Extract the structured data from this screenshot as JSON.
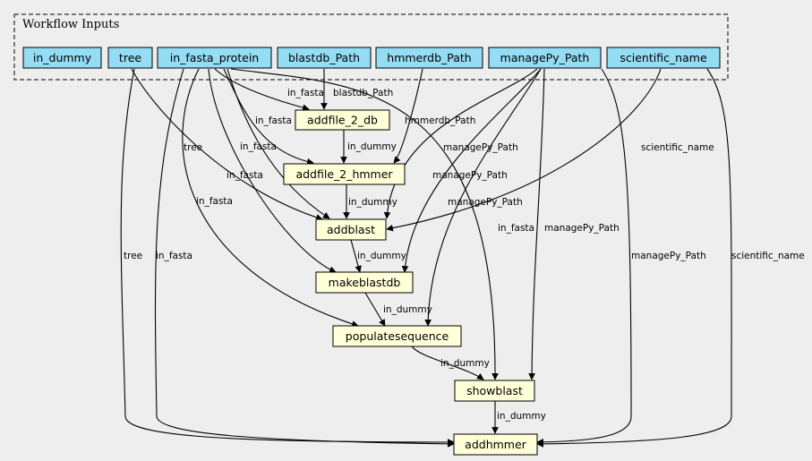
{
  "cluster": {
    "title": "Workflow Inputs"
  },
  "colors": {
    "background": "#eeeeee",
    "input_fill": "#94ddf4",
    "step_fill": "#ffffd8"
  },
  "inputs": [
    {
      "id": "in_dummy",
      "label": "in_dummy"
    },
    {
      "id": "tree",
      "label": "tree"
    },
    {
      "id": "in_fasta_protein",
      "label": "in_fasta_protein"
    },
    {
      "id": "blastdb_Path",
      "label": "blastdb_Path"
    },
    {
      "id": "hmmerdb_Path",
      "label": "hmmerdb_Path"
    },
    {
      "id": "managePy_Path",
      "label": "managePy_Path"
    },
    {
      "id": "scientific_name",
      "label": "scientific_name"
    }
  ],
  "steps": [
    {
      "id": "addfile_2_db",
      "label": "addfile_2_db"
    },
    {
      "id": "addfile_2_hmmer",
      "label": "addfile_2_hmmer"
    },
    {
      "id": "addblast",
      "label": "addblast"
    },
    {
      "id": "makeblastdb",
      "label": "makeblastdb"
    },
    {
      "id": "populatesequence",
      "label": "populatesequence"
    },
    {
      "id": "showblast",
      "label": "showblast"
    },
    {
      "id": "addhmmer",
      "label": "addhmmer"
    }
  ],
  "edges": [
    {
      "from": "in_fasta_protein",
      "to": "addfile_2_db",
      "label": "in_fasta"
    },
    {
      "from": "blastdb_Path",
      "to": "addfile_2_db",
      "label": "blastdb_Path"
    },
    {
      "from": "in_fasta_protein",
      "to": "addfile_2_hmmer",
      "label": "in_fasta"
    },
    {
      "from": "addfile_2_db",
      "to": "addfile_2_hmmer",
      "label": "in_dummy"
    },
    {
      "from": "hmmerdb_Path",
      "to": "addfile_2_hmmer",
      "label": "hmmerdb_Path"
    },
    {
      "from": "tree",
      "to": "addblast",
      "label": "tree"
    },
    {
      "from": "in_fasta_protein",
      "to": "addblast",
      "label": "in_fasta"
    },
    {
      "from": "addfile_2_hmmer",
      "to": "addblast",
      "label": "in_dummy"
    },
    {
      "from": "managePy_Path",
      "to": "addblast",
      "label": "managePy_Path"
    },
    {
      "from": "scientific_name",
      "to": "addblast",
      "label": "scientific_name"
    },
    {
      "from": "in_fasta_protein",
      "to": "makeblastdb",
      "label": "in_fasta"
    },
    {
      "from": "addblast",
      "to": "makeblastdb",
      "label": "in_dummy"
    },
    {
      "from": "managePy_Path",
      "to": "makeblastdb",
      "label": "managePy_Path"
    },
    {
      "from": "in_fasta_protein",
      "to": "populatesequence",
      "label": "in_fasta"
    },
    {
      "from": "makeblastdb",
      "to": "populatesequence",
      "label": "in_dummy"
    },
    {
      "from": "managePy_Path",
      "to": "populatesequence",
      "label": "managePy_Path"
    },
    {
      "from": "in_fasta_protein",
      "to": "showblast",
      "label": "in_fasta"
    },
    {
      "from": "populatesequence",
      "to": "showblast",
      "label": "in_dummy"
    },
    {
      "from": "managePy_Path",
      "to": "showblast",
      "label": "managePy_Path"
    },
    {
      "from": "tree",
      "to": "addhmmer",
      "label": "tree"
    },
    {
      "from": "in_fasta_protein",
      "to": "addhmmer",
      "label": "in_fasta"
    },
    {
      "from": "showblast",
      "to": "addhmmer",
      "label": "in_dummy"
    },
    {
      "from": "managePy_Path",
      "to": "addhmmer",
      "label": "managePy_Path"
    },
    {
      "from": "scientific_name",
      "to": "addhmmer",
      "label": "scientific_name"
    }
  ]
}
